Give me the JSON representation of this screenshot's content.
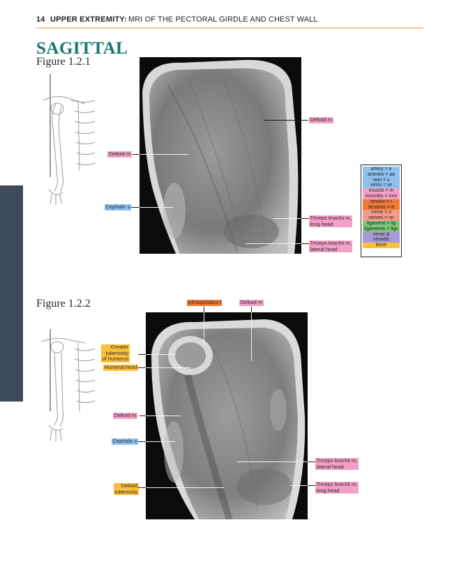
{
  "header": {
    "page_number": "14",
    "region": "UPPER EXTREMITY:",
    "topic": "MRI OF THE PECTORAL GIRDLE AND CHEST WALL"
  },
  "section_title": "SAGITTAL",
  "figure1": {
    "title": "Figure 1.2.1",
    "labels": {
      "deltoid_upper": "Deltoid m",
      "deltoid_left": "Deltoid m",
      "cephalic": "Cephalic v",
      "triceps_long_1": "Triceps brachii m,",
      "triceps_long_2": "long head",
      "triceps_lat_1": "Triceps brachii m,",
      "triceps_lat_2": "lateral head"
    }
  },
  "figure2": {
    "title": "Figure 1.2.2",
    "labels": {
      "infraspinatus": "Infraspinatus t",
      "deltoid_top": "Deltoid m",
      "greater_1": "Greater",
      "greater_2": "tuberosity",
      "greater_3": "of humerus",
      "humeral_head": "Humeral head",
      "deltoid_left": "Deltoid m",
      "cephalic": "Cephalic v",
      "deltoid_tub_1": "Deltoid",
      "deltoid_tub_2": "tuberosity",
      "triceps_lat_1": "Triceps brachii m,",
      "triceps_lat_2": "lateral head",
      "triceps_long_1": "Triceps brachii m,",
      "triceps_long_2": "long head"
    }
  },
  "legend": {
    "rows": [
      {
        "text": "artery = a",
        "color": "#8ec0ee"
      },
      {
        "text": "arteries = aa",
        "color": "#8ec0ee"
      },
      {
        "text": "vein = v",
        "color": "#8ec0ee"
      },
      {
        "text": "veins = vv",
        "color": "#8ec0ee"
      },
      {
        "text": "muscle = m",
        "color": "#f4a0c6"
      },
      {
        "text": "muscles = mm",
        "color": "#f4a0c6"
      },
      {
        "text": "tendon = t",
        "color": "#ee7a3a"
      },
      {
        "text": "tendons = tt",
        "color": "#ee7a3a"
      },
      {
        "text": "nerve = n",
        "color": "#f59a8a"
      },
      {
        "text": "nerves = nn",
        "color": "#f59a8a"
      },
      {
        "text": "ligament = lig",
        "color": "#7cc87a"
      },
      {
        "text": "ligaments = ligs",
        "color": "#7cc87a"
      },
      {
        "text": "nerve &",
        "color": "#a79ad6"
      },
      {
        "text": "vessels",
        "color": "#a79ad6"
      },
      {
        "text": "bone",
        "color": "#fbc03a"
      }
    ]
  }
}
